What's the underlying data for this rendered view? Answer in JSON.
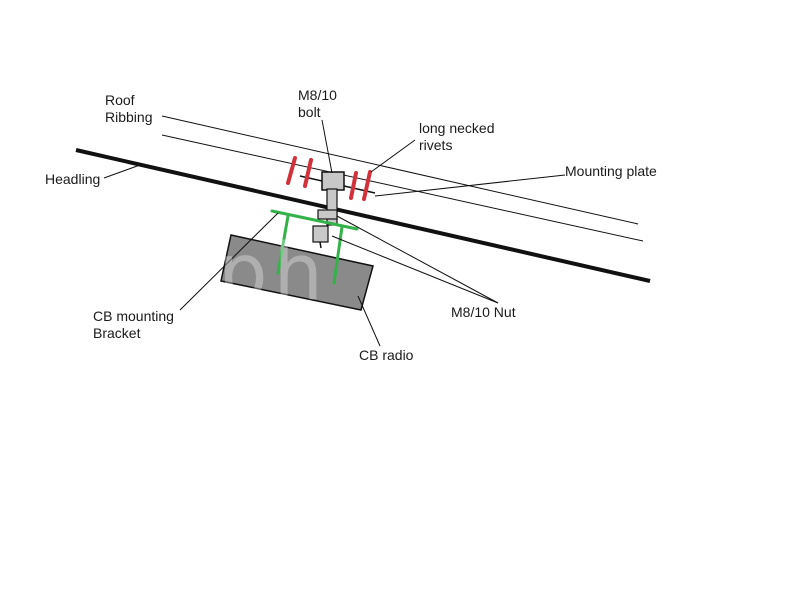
{
  "labels": {
    "roof_ribbing_line1": "Roof",
    "roof_ribbing_line2": "Ribbing",
    "bolt_line1": "M8/10",
    "bolt_line2": "bolt",
    "rivets_line1": "long necked",
    "rivets_line2": "rivets",
    "mounting_plate": "Mounting plate",
    "headling": "Headling",
    "bracket_line1": "CB mounting",
    "bracket_line2": "Bracket",
    "nut": "M8/10 Nut",
    "cb_radio": "CB radio"
  },
  "watermark": "ph",
  "colors": {
    "line": "#111111",
    "rivet": "#d1313b",
    "bracket": "#34b24a",
    "radio_fill": "#8a8a8a",
    "bolt_fill": "#c8c8c8"
  }
}
